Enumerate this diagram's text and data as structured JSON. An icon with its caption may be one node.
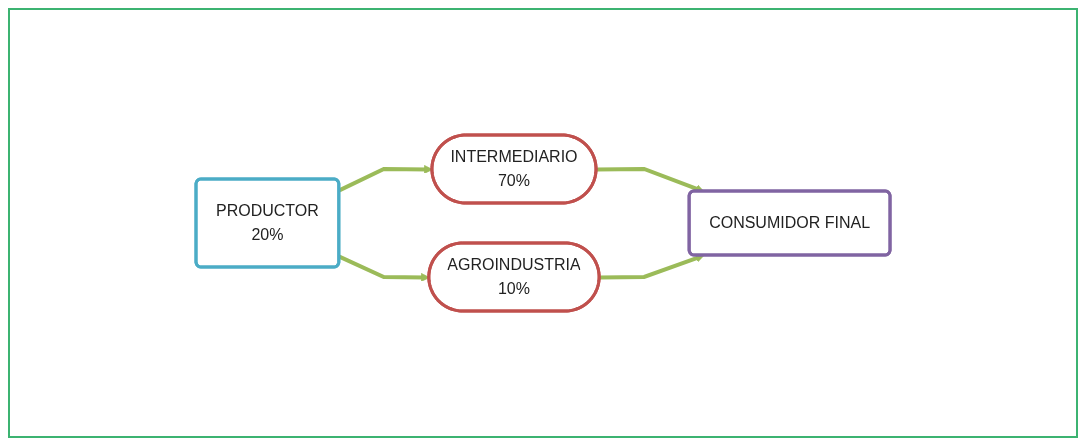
{
  "diagram": {
    "nodes": [
      {
        "text": [
          "PRODUCTOR",
          "20%"
        ]
      },
      {
        "text": [
          "INTERMEDIARIO",
          "70%"
        ]
      },
      {
        "text": [
          "AGROINDUSTRIA",
          "10%"
        ]
      },
      {
        "text": [
          "CONSUMIDOR FINAL"
        ]
      }
    ],
    "edges": [
      {
        "from": 0,
        "to": 1,
        "arrow": "to"
      },
      {
        "from": 0,
        "to": 2,
        "arrow": "to"
      },
      {
        "from": 1,
        "to": 3,
        "arrow": "to"
      },
      {
        "from": 2,
        "to": 3,
        "arrow": "to"
      }
    ]
  }
}
